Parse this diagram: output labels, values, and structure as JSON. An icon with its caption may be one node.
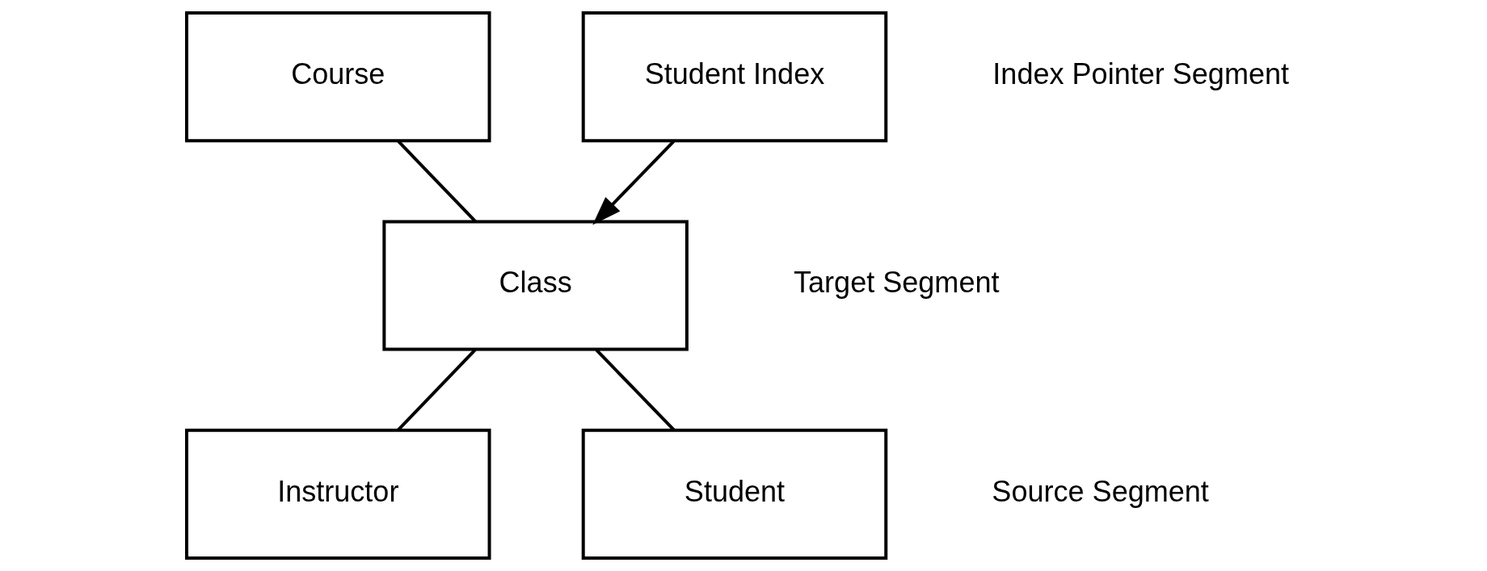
{
  "diagram": {
    "nodes": [
      {
        "text": [
          "Course"
        ]
      },
      {
        "text": [
          "Student Index"
        ],
        "beside": [
          "Index Pointer Segment"
        ]
      },
      {
        "text": [
          "Class"
        ],
        "beside": [
          "Target Segment"
        ]
      },
      {
        "text": [
          "Instructor"
        ]
      },
      {
        "text": [
          "Student"
        ],
        "beside": [
          "Source Segment"
        ]
      }
    ],
    "edges": [
      {
        "from": 0,
        "to": 2,
        "arrow": "none"
      },
      {
        "from": 1,
        "to": 2,
        "arrow": "to"
      },
      {
        "from": 2,
        "to": 3,
        "arrow": "none"
      },
      {
        "from": 2,
        "to": 4,
        "arrow": "none"
      }
    ]
  }
}
